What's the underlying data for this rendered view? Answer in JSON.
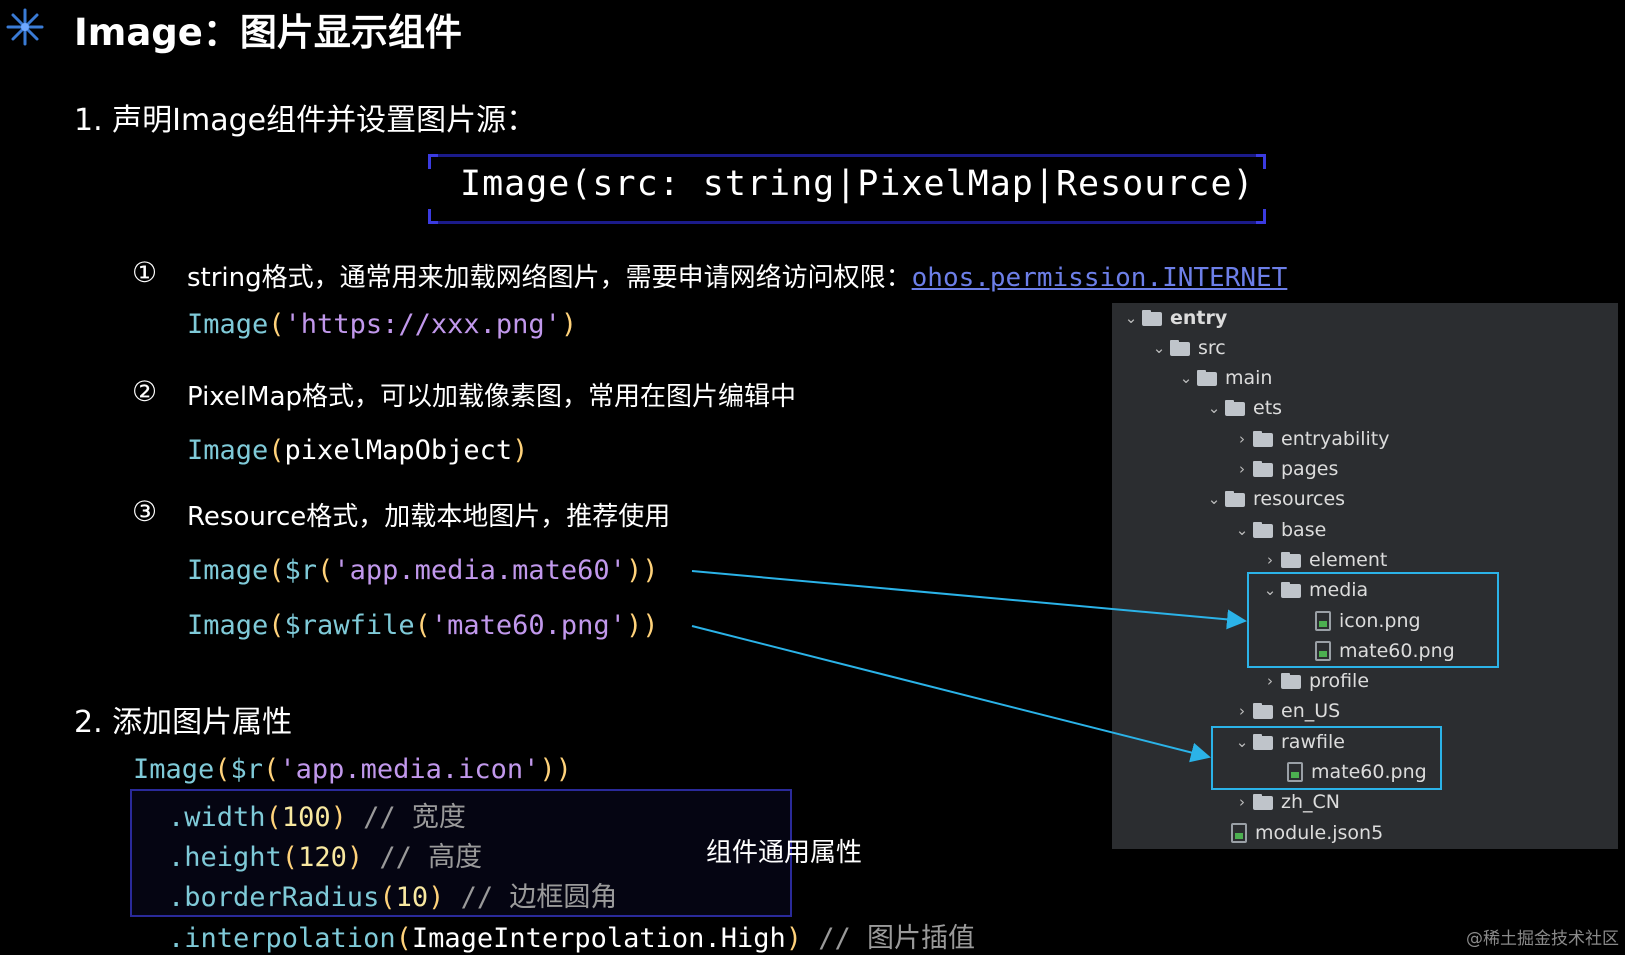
{
  "title": "Image：图片显示组件",
  "section1": "1. 声明Image组件并设置图片源：",
  "signature": "Image(src: string|PixelMap|Resource)",
  "items": [
    {
      "num": "①",
      "desc": "string格式，通常用来加载网络图片，需要申请网络访问权限：",
      "link": "ohos.permission.INTERNET",
      "code": {
        "fn": "Image",
        "open": "(",
        "arg": "'https://xxx.png'",
        "close": ")"
      }
    },
    {
      "num": "②",
      "desc": "PixelMap格式，可以加载像素图，常用在图片编辑中",
      "code": {
        "fn": "Image",
        "open": "(",
        "arg": "pixelMapObject",
        "close": ")"
      }
    },
    {
      "num": "③",
      "desc": "Resource格式，加载本地图片，推荐使用",
      "code1": {
        "fn": "Image",
        "open": "(",
        "fn2": "$r",
        "open2": "(",
        "arg": "'app.media.mate60'",
        "close": "))"
      },
      "code2": {
        "fn": "Image",
        "open": "(",
        "fn2": "$rawfile",
        "open2": "(",
        "arg": "'mate60.png'",
        "close": "))"
      }
    }
  ],
  "section2": "2. 添加图片属性",
  "props_head": {
    "fn": "Image",
    "open": "(",
    "fn2": "$r",
    "open2": "(",
    "arg": "'app.media.icon'",
    "close": "))"
  },
  "props": [
    {
      "name": ".width",
      "open": "(",
      "val": "100",
      "close": ")",
      "comment": "// 宽度"
    },
    {
      "name": ".height",
      "open": "(",
      "val": "120",
      "close": ")",
      "comment": "// 高度"
    },
    {
      "name": ".borderRadius",
      "open": "(",
      "val": "10",
      "close": ")",
      "comment": "// 边框圆角"
    },
    {
      "name": ".interpolation",
      "open": "(",
      "val": "ImageInterpolation.High",
      "close": ")",
      "comment": "// 图片插值"
    }
  ],
  "props_label": "组件通用属性",
  "tree": {
    "entry": "entry",
    "src": "src",
    "main": "main",
    "ets": "ets",
    "entryability": "entryability",
    "pages": "pages",
    "resources": "resources",
    "base": "base",
    "element": "element",
    "media": "media",
    "icon_png": "icon.png",
    "mate60_png": "mate60.png",
    "profile": "profile",
    "en_US": "en_US",
    "rawfile": "rawfile",
    "rawfile_mate60": "mate60.png",
    "zh_CN": "zh_CN",
    "module_json": "module.json5"
  },
  "watermark": "@稀土掘金技术社区",
  "colors": {
    "function": "#7fcad8",
    "string": "#c198ec",
    "paren": "#ffd27a",
    "highlight": "#2bb3e8",
    "frame": "#3b3be0"
  }
}
